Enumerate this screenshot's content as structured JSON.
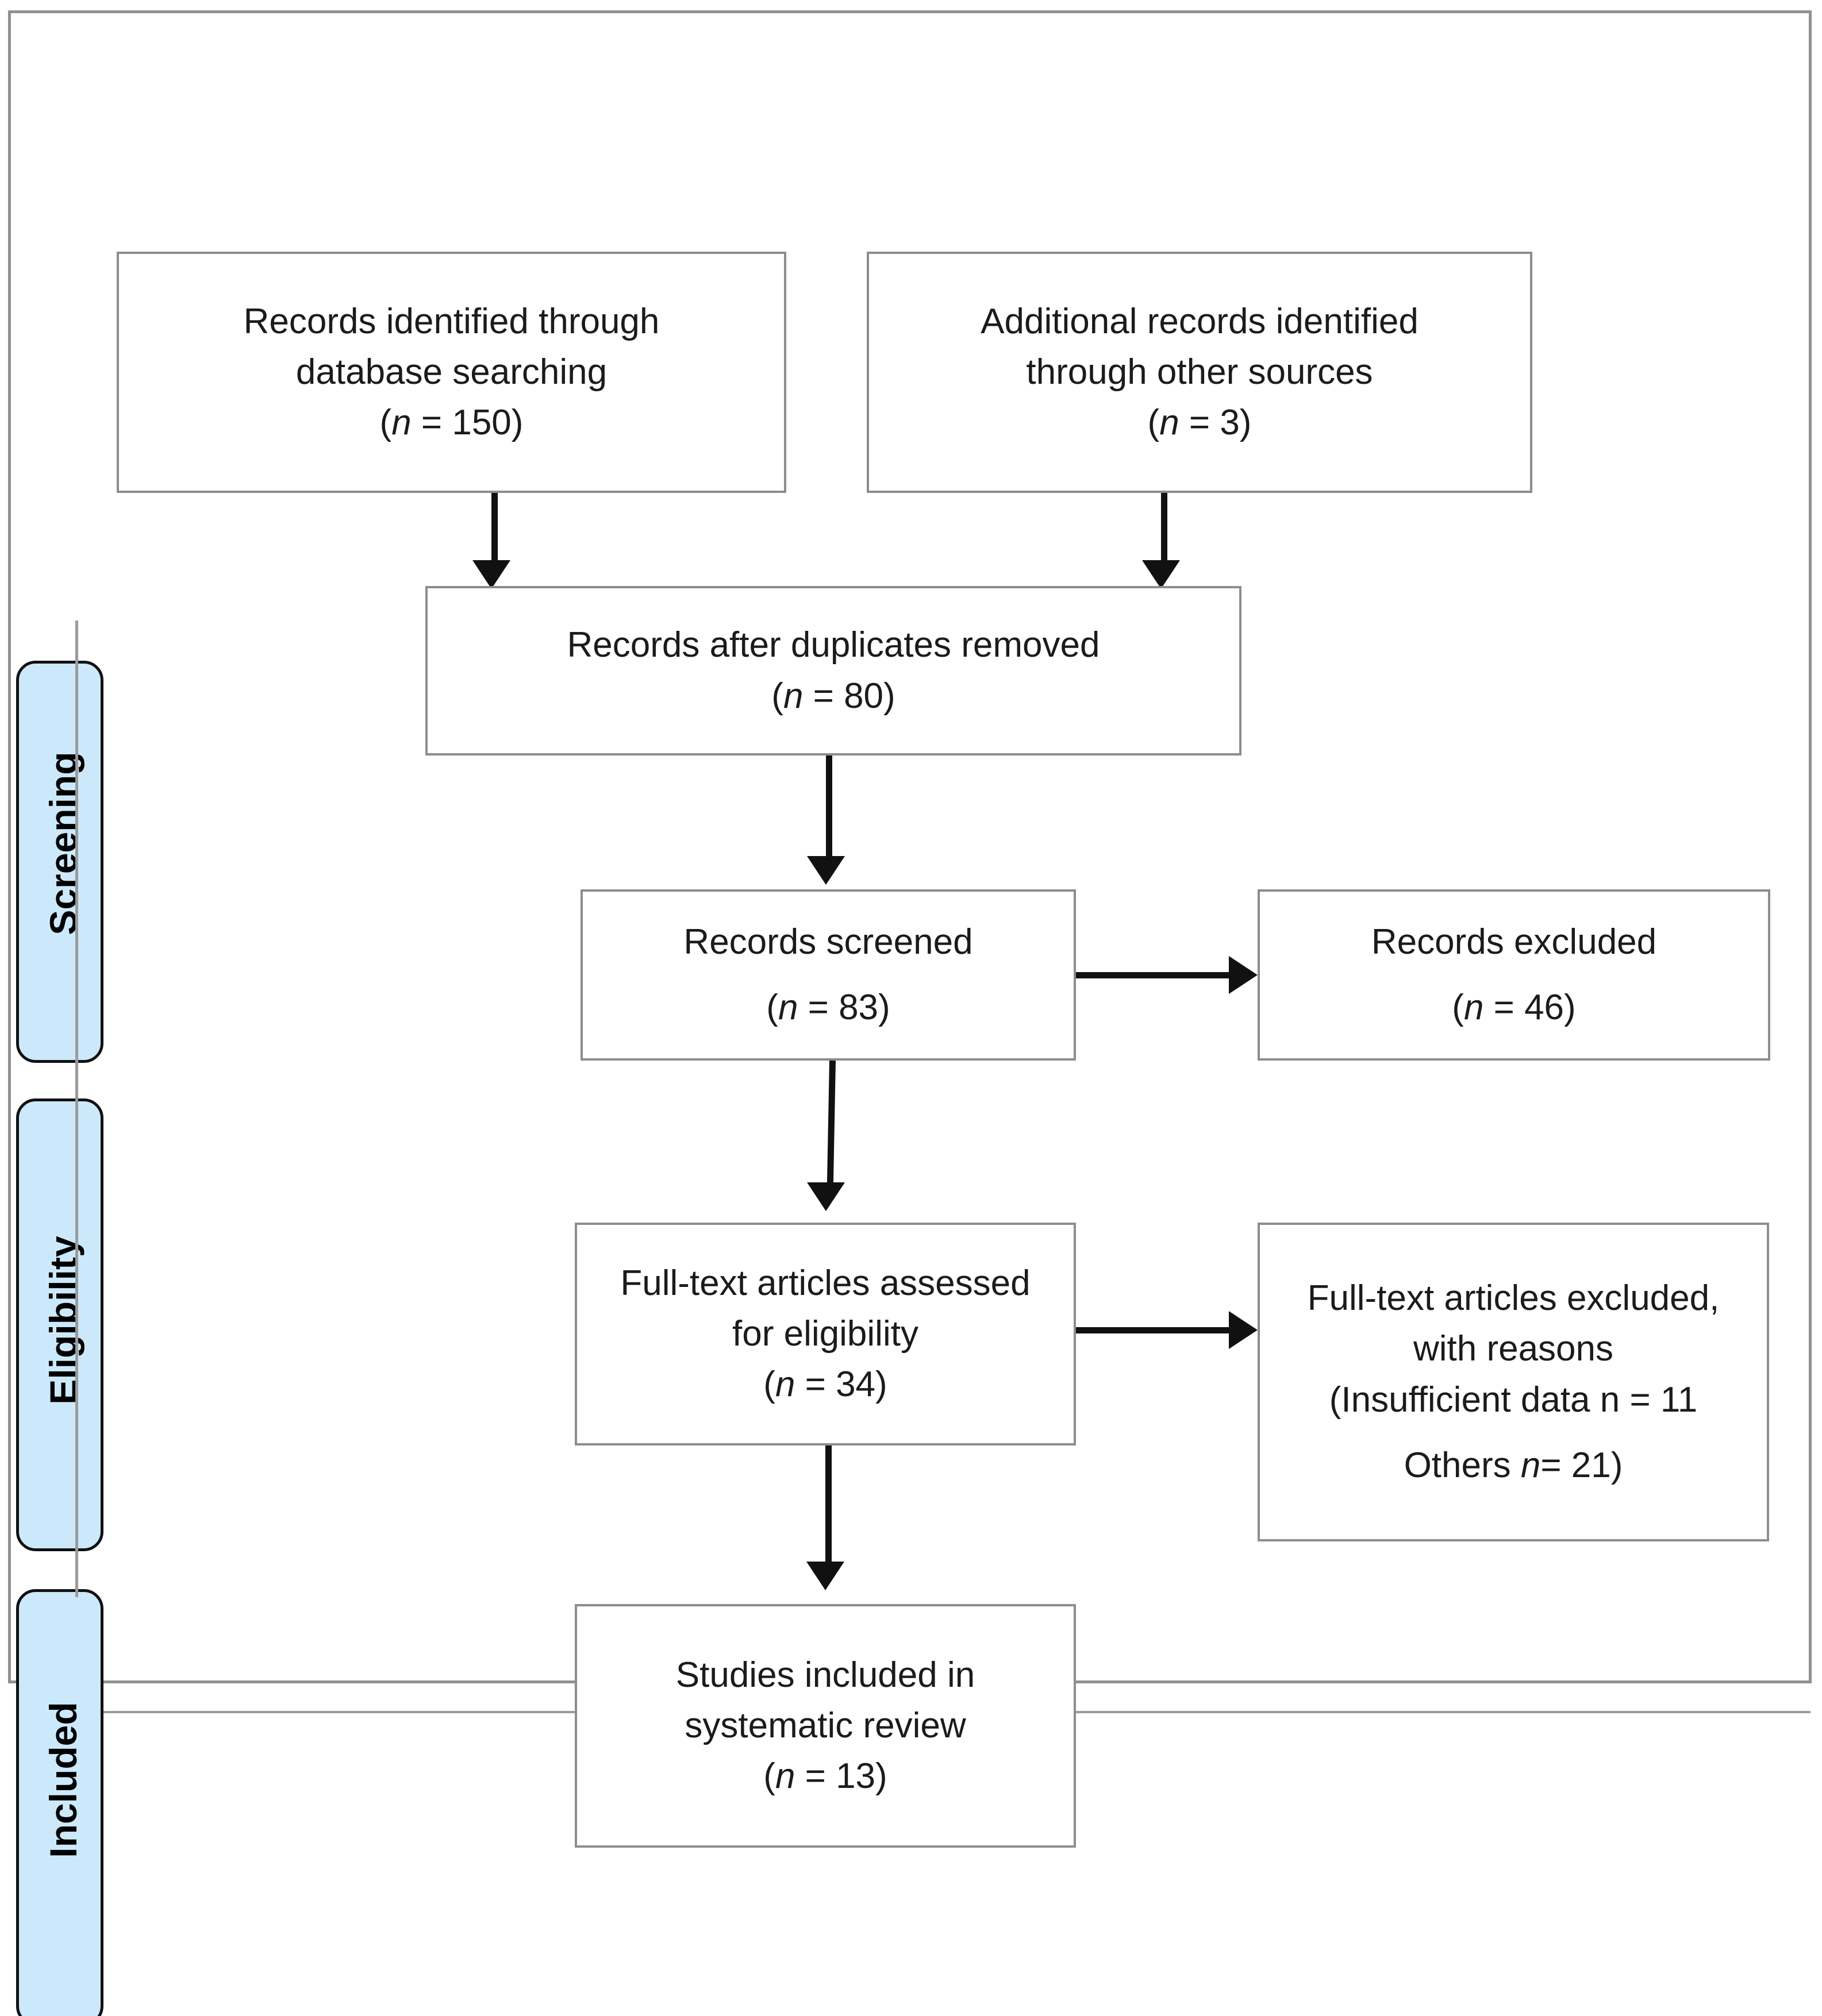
{
  "diagram": {
    "type": "prisma-flow-diagram",
    "title": "PRISMA flow diagram",
    "accent_blue": "#cce9fb",
    "border_grey": "#8d8d8d",
    "line_black": "#111111"
  },
  "stages": [
    {
      "id": "screening",
      "label": "Screening"
    },
    {
      "id": "eligibility",
      "label": "Eligibility"
    },
    {
      "id": "included",
      "label": "Included"
    }
  ],
  "boxes": {
    "identified_database": {
      "line1": "Records identified through",
      "line2": "database searching",
      "count_prefix": "(",
      "count_n": "n",
      "count_eq": " = 150)"
    },
    "identified_other": {
      "line1": "Additional records identified",
      "line2": "through other sources",
      "count_prefix": "(",
      "count_n": "n",
      "count_eq": " = 3)"
    },
    "duplicates_removed": {
      "line1": "Records after duplicates removed",
      "count_prefix": "(",
      "count_n": "n",
      "count_eq": " = 80)"
    },
    "records_screened": {
      "line1": "Records screened",
      "count_prefix": "(",
      "count_n": "n",
      "count_eq": " = 83)"
    },
    "records_excluded": {
      "line1": "Records excluded",
      "count_prefix": "(",
      "count_n": "n",
      "count_eq": " = 46)"
    },
    "fulltext_assessed": {
      "line1": "Full-text articles assessed",
      "line2": "for eligibility",
      "count_prefix": "(",
      "count_n": "n",
      "count_eq": " = 34)"
    },
    "fulltext_excluded": {
      "line1": "Full-text articles excluded,",
      "line2": "with reasons",
      "line3": "(Insufficient data n = 11",
      "line4_prefix": "Others ",
      "line4_n": "n",
      "line4_rest": "= 21)"
    },
    "studies_included": {
      "line1": "Studies included in",
      "line2": "systematic review",
      "count_prefix": "(",
      "count_n": "n",
      "count_eq": " = 13)"
    }
  },
  "chart_data": {
    "type": "diagram",
    "title": "PRISMA flow diagram",
    "nodes": [
      {
        "id": "identified_database",
        "label": "Records identified through database searching",
        "n": 150
      },
      {
        "id": "identified_other",
        "label": "Additional records identified through other sources",
        "n": 3
      },
      {
        "id": "duplicates_removed",
        "label": "Records after duplicates removed",
        "n": 80
      },
      {
        "id": "records_screened",
        "label": "Records screened",
        "n": 83
      },
      {
        "id": "records_excluded",
        "label": "Records excluded",
        "n": 46
      },
      {
        "id": "fulltext_assessed",
        "label": "Full-text articles assessed for eligibility",
        "n": 34
      },
      {
        "id": "fulltext_excluded",
        "label": "Full-text articles excluded, with reasons",
        "reasons": [
          {
            "reason": "Insufficient data",
            "n": 11
          },
          {
            "reason": "Others",
            "n": 21
          }
        ]
      },
      {
        "id": "studies_included",
        "label": "Studies included in systematic review",
        "n": 13
      }
    ],
    "edges": [
      {
        "from": "identified_database",
        "to": "duplicates_removed"
      },
      {
        "from": "identified_other",
        "to": "duplicates_removed"
      },
      {
        "from": "duplicates_removed",
        "to": "records_screened"
      },
      {
        "from": "records_screened",
        "to": "records_excluded"
      },
      {
        "from": "records_screened",
        "to": "fulltext_assessed"
      },
      {
        "from": "fulltext_assessed",
        "to": "fulltext_excluded"
      },
      {
        "from": "fulltext_assessed",
        "to": "studies_included"
      }
    ],
    "stages": [
      "Screening",
      "Eligibility",
      "Included"
    ]
  }
}
